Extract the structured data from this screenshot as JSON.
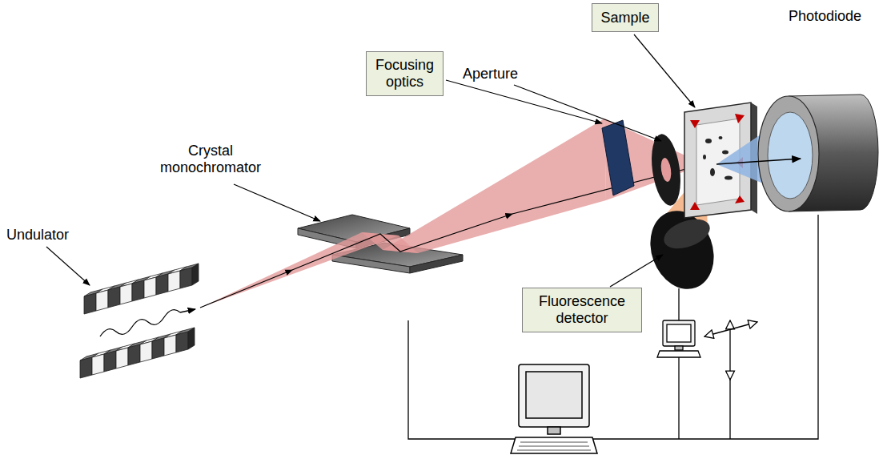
{
  "diagram": {
    "nodes": [
      {
        "text": [
          "Sample"
        ]
      },
      {
        "text": [
          "Focusing optics"
        ]
      },
      {
        "text": [
          "Fluorescence detector"
        ]
      }
    ],
    "labels": [
      "Photodiode",
      "Aperture",
      "Crystal monochromator",
      "Undulator"
    ]
  }
}
